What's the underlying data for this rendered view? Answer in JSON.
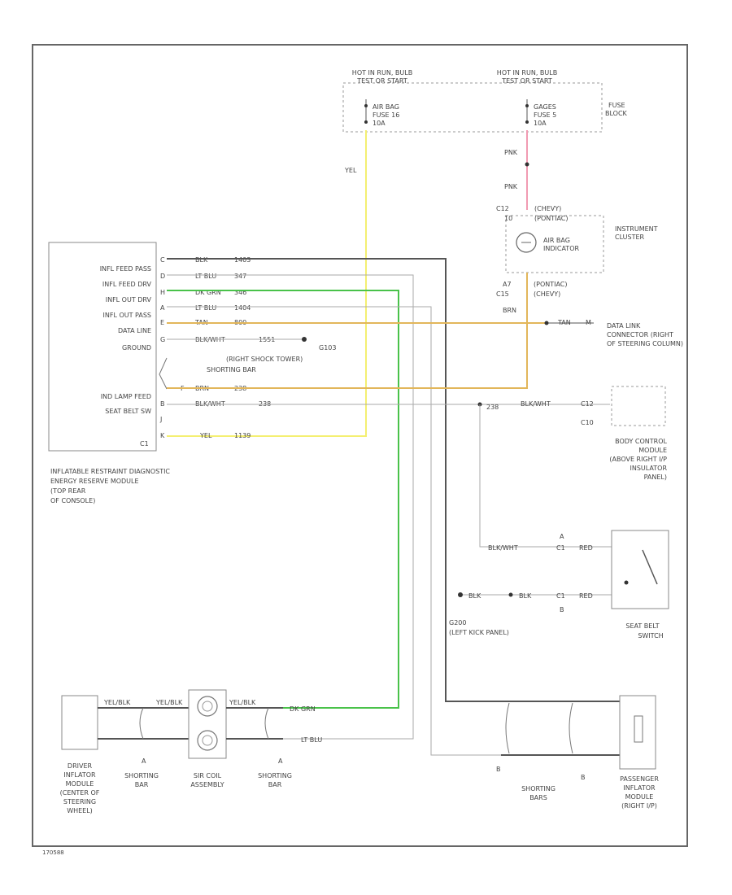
{
  "fuse_left": {
    "line1": "HOT IN RUN, BULB",
    "line2": "TEST OR START",
    "name": "AIR BAG",
    "fuse": "FUSE 16",
    "amp": "10A"
  },
  "fuse_right": {
    "line1": "HOT IN RUN, BULB",
    "line2": "TEST OR START",
    "name": "GAGES",
    "fuse": "FUSE 5",
    "amp": "10A"
  },
  "fuse_block": [
    "FUSE",
    "BLOCK"
  ],
  "wire_yel": "YEL",
  "wire_pnk_1": "PNK",
  "wire_pnk_2": "PNK",
  "cluster": {
    "pin_top_left": "C12",
    "pin_top_left2": "10",
    "brand_top": "(CHEVY)",
    "brand_top2": "(PONTIAC)",
    "indicator_line1": "AIR BAG",
    "indicator_line2": "INDICATOR",
    "name": [
      "INSTRUMENT",
      "CLUSTER"
    ],
    "pin_bot_left": "A7",
    "pin_bot_left2": "C15",
    "brand_bot": "(PONTIAC)",
    "brand_bot2": "(CHEVY)",
    "wire": "BRN"
  },
  "module_pins": [
    "INFL FEED PASS",
    "INFL FEED DRV",
    "INFL OUT DRV",
    "INFL OUT PASS",
    "DATA LINE",
    "GROUND",
    "IND LAMP FEED",
    "SEAT BELT SW"
  ],
  "module_conn": "C1",
  "module_name": [
    "INFLATABLE RESTRAINT DIAGNOSTIC",
    "ENERGY RESERVE MODULE",
    "(TOP REAR",
    "OF CONSOLE)"
  ],
  "wires": [
    {
      "pin": "C",
      "color": "BLK",
      "circuit": "1403"
    },
    {
      "pin": "D",
      "color": "LT BLU",
      "circuit": "347"
    },
    {
      "pin": "H",
      "color": "DK GRN",
      "circuit": "346"
    },
    {
      "pin": "A",
      "color": "LT BLU",
      "circuit": "1404"
    },
    {
      "pin": "E",
      "color": "TAN",
      "circuit": "800"
    },
    {
      "pin": "G",
      "color": "BLK/WHT",
      "circuit": "1551"
    },
    {
      "pin": "F",
      "color": "BRN",
      "circuit": "238"
    },
    {
      "pin": "B",
      "color": "BLK/WHT",
      "circuit": "238"
    },
    {
      "pin": "J",
      "color": "",
      "circuit": ""
    },
    {
      "pin": "K",
      "color": "YEL",
      "circuit": "1139"
    }
  ],
  "ground_g103": "G103",
  "ground_g103_desc": [
    "(RIGHT SHOCK TOWER)"
  ],
  "shorting_bar_label": "SHORTING BAR",
  "dlc": {
    "pin": "M",
    "wire": "TAN",
    "name": [
      "DATA LINK",
      "CONNECTOR (RIGHT",
      "OF STEERING COLUMN)"
    ]
  },
  "bcm": {
    "conn": "C10",
    "pin": "C12",
    "wire": "BLK/WHT",
    "splice": "238",
    "name": [
      "BODY CONTROL",
      "MODULE",
      "(ABOVE RIGHT I/P",
      "INSULATOR",
      "PANEL)"
    ]
  },
  "seat_belt": {
    "wire_top": "BLK/WHT",
    "wire_bot": "BLK",
    "wire_bot2": "BLK",
    "pin_a": "A",
    "pin_b": "B",
    "conn_a": "C1",
    "conn_b": "C1",
    "right_a": "RED",
    "right_b": "RED",
    "name": [
      "SEAT BELT",
      "SWITCH"
    ],
    "ground": "G200",
    "ground_desc": "(LEFT KICK PANEL)"
  },
  "bottom": {
    "driver": [
      "DRIVER",
      "INFLATOR",
      "MODULE",
      "(CENTER OF",
      "STEERING",
      "WHEEL)"
    ],
    "shorting1": [
      "SHORTING",
      "BAR"
    ],
    "coil": [
      "SIR COIL",
      "ASSEMBLY"
    ],
    "shorting2": [
      "SHORTING",
      "BAR"
    ],
    "shorting3": [
      "SHORTING",
      "BARS"
    ],
    "passenger": [
      "PASSENGER",
      "INFLATOR",
      "MODULE",
      "(RIGHT I/P)"
    ],
    "wire_lbl": "YEL/BLK",
    "dk_grn": "DK GRN",
    "lt_blu": "LT BLU",
    "pin_a": "A",
    "pin_b": "B",
    "pin_a2": "A",
    "pin_b2": "B"
  },
  "footer": "170588"
}
